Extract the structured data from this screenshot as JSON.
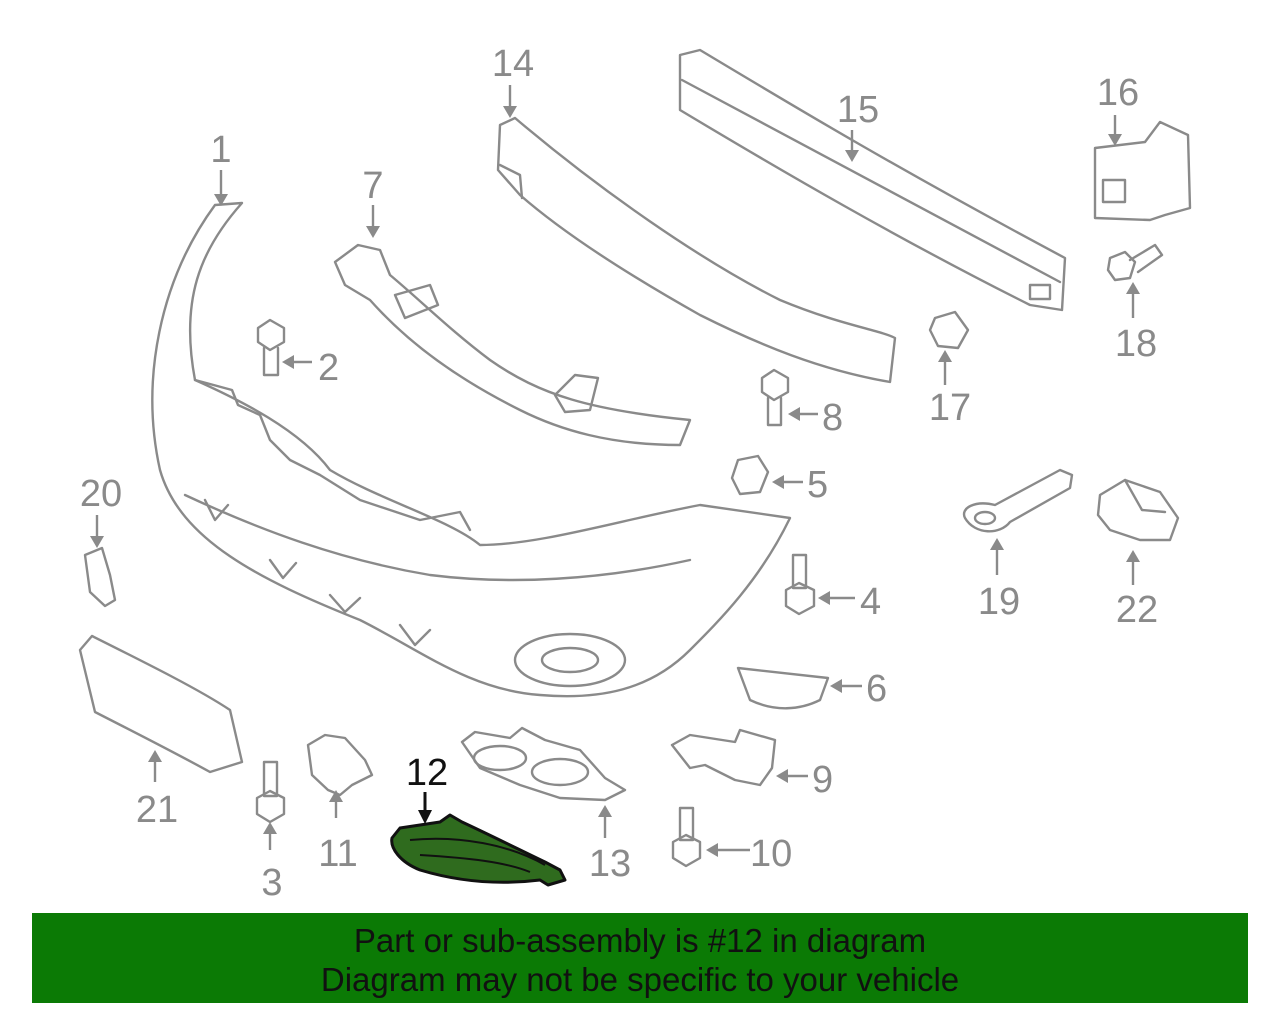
{
  "callouts": {
    "n1": "1",
    "n2": "2",
    "n3": "3",
    "n4": "4",
    "n5": "5",
    "n6": "6",
    "n7": "7",
    "n8": "8",
    "n9": "9",
    "n10": "10",
    "n11": "11",
    "n12": "12",
    "n13": "13",
    "n14": "14",
    "n15": "15",
    "n16": "16",
    "n17": "17",
    "n18": "18",
    "n19": "19",
    "n20": "20",
    "n21": "21",
    "n22": "22"
  },
  "highlighted_part": "12",
  "banner": {
    "line1": "Part or sub-assembly is #12 in diagram",
    "line2": "Diagram may not be specific to your vehicle"
  },
  "colors": {
    "banner_bg": "#0b7a05",
    "highlight_fill": "#2f6b1e",
    "line_gray": "#8a8a8a"
  }
}
